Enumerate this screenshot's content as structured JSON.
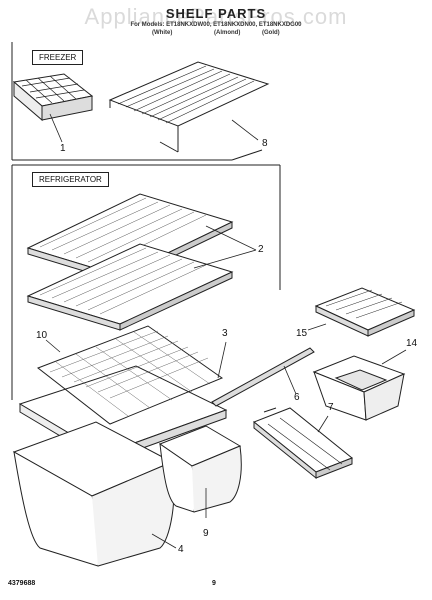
{
  "header": {
    "title": "SHELF PARTS",
    "watermark": "AppliancePartsPros.com",
    "models_line": "For Models: ET18NKXDW00, ET18NKXDN00, ET18NKXDG00",
    "variants": [
      "(White)",
      "(Almond)",
      "(Gold)"
    ]
  },
  "sections": {
    "freezer": "FREEZER",
    "refrigerator": "REFRIGERATOR"
  },
  "callouts": [
    "1",
    "8",
    "2",
    "3",
    "10",
    "15",
    "14",
    "6",
    "7",
    "4",
    "9"
  ],
  "footer": {
    "part_code": "4379688",
    "page_number": "9"
  }
}
